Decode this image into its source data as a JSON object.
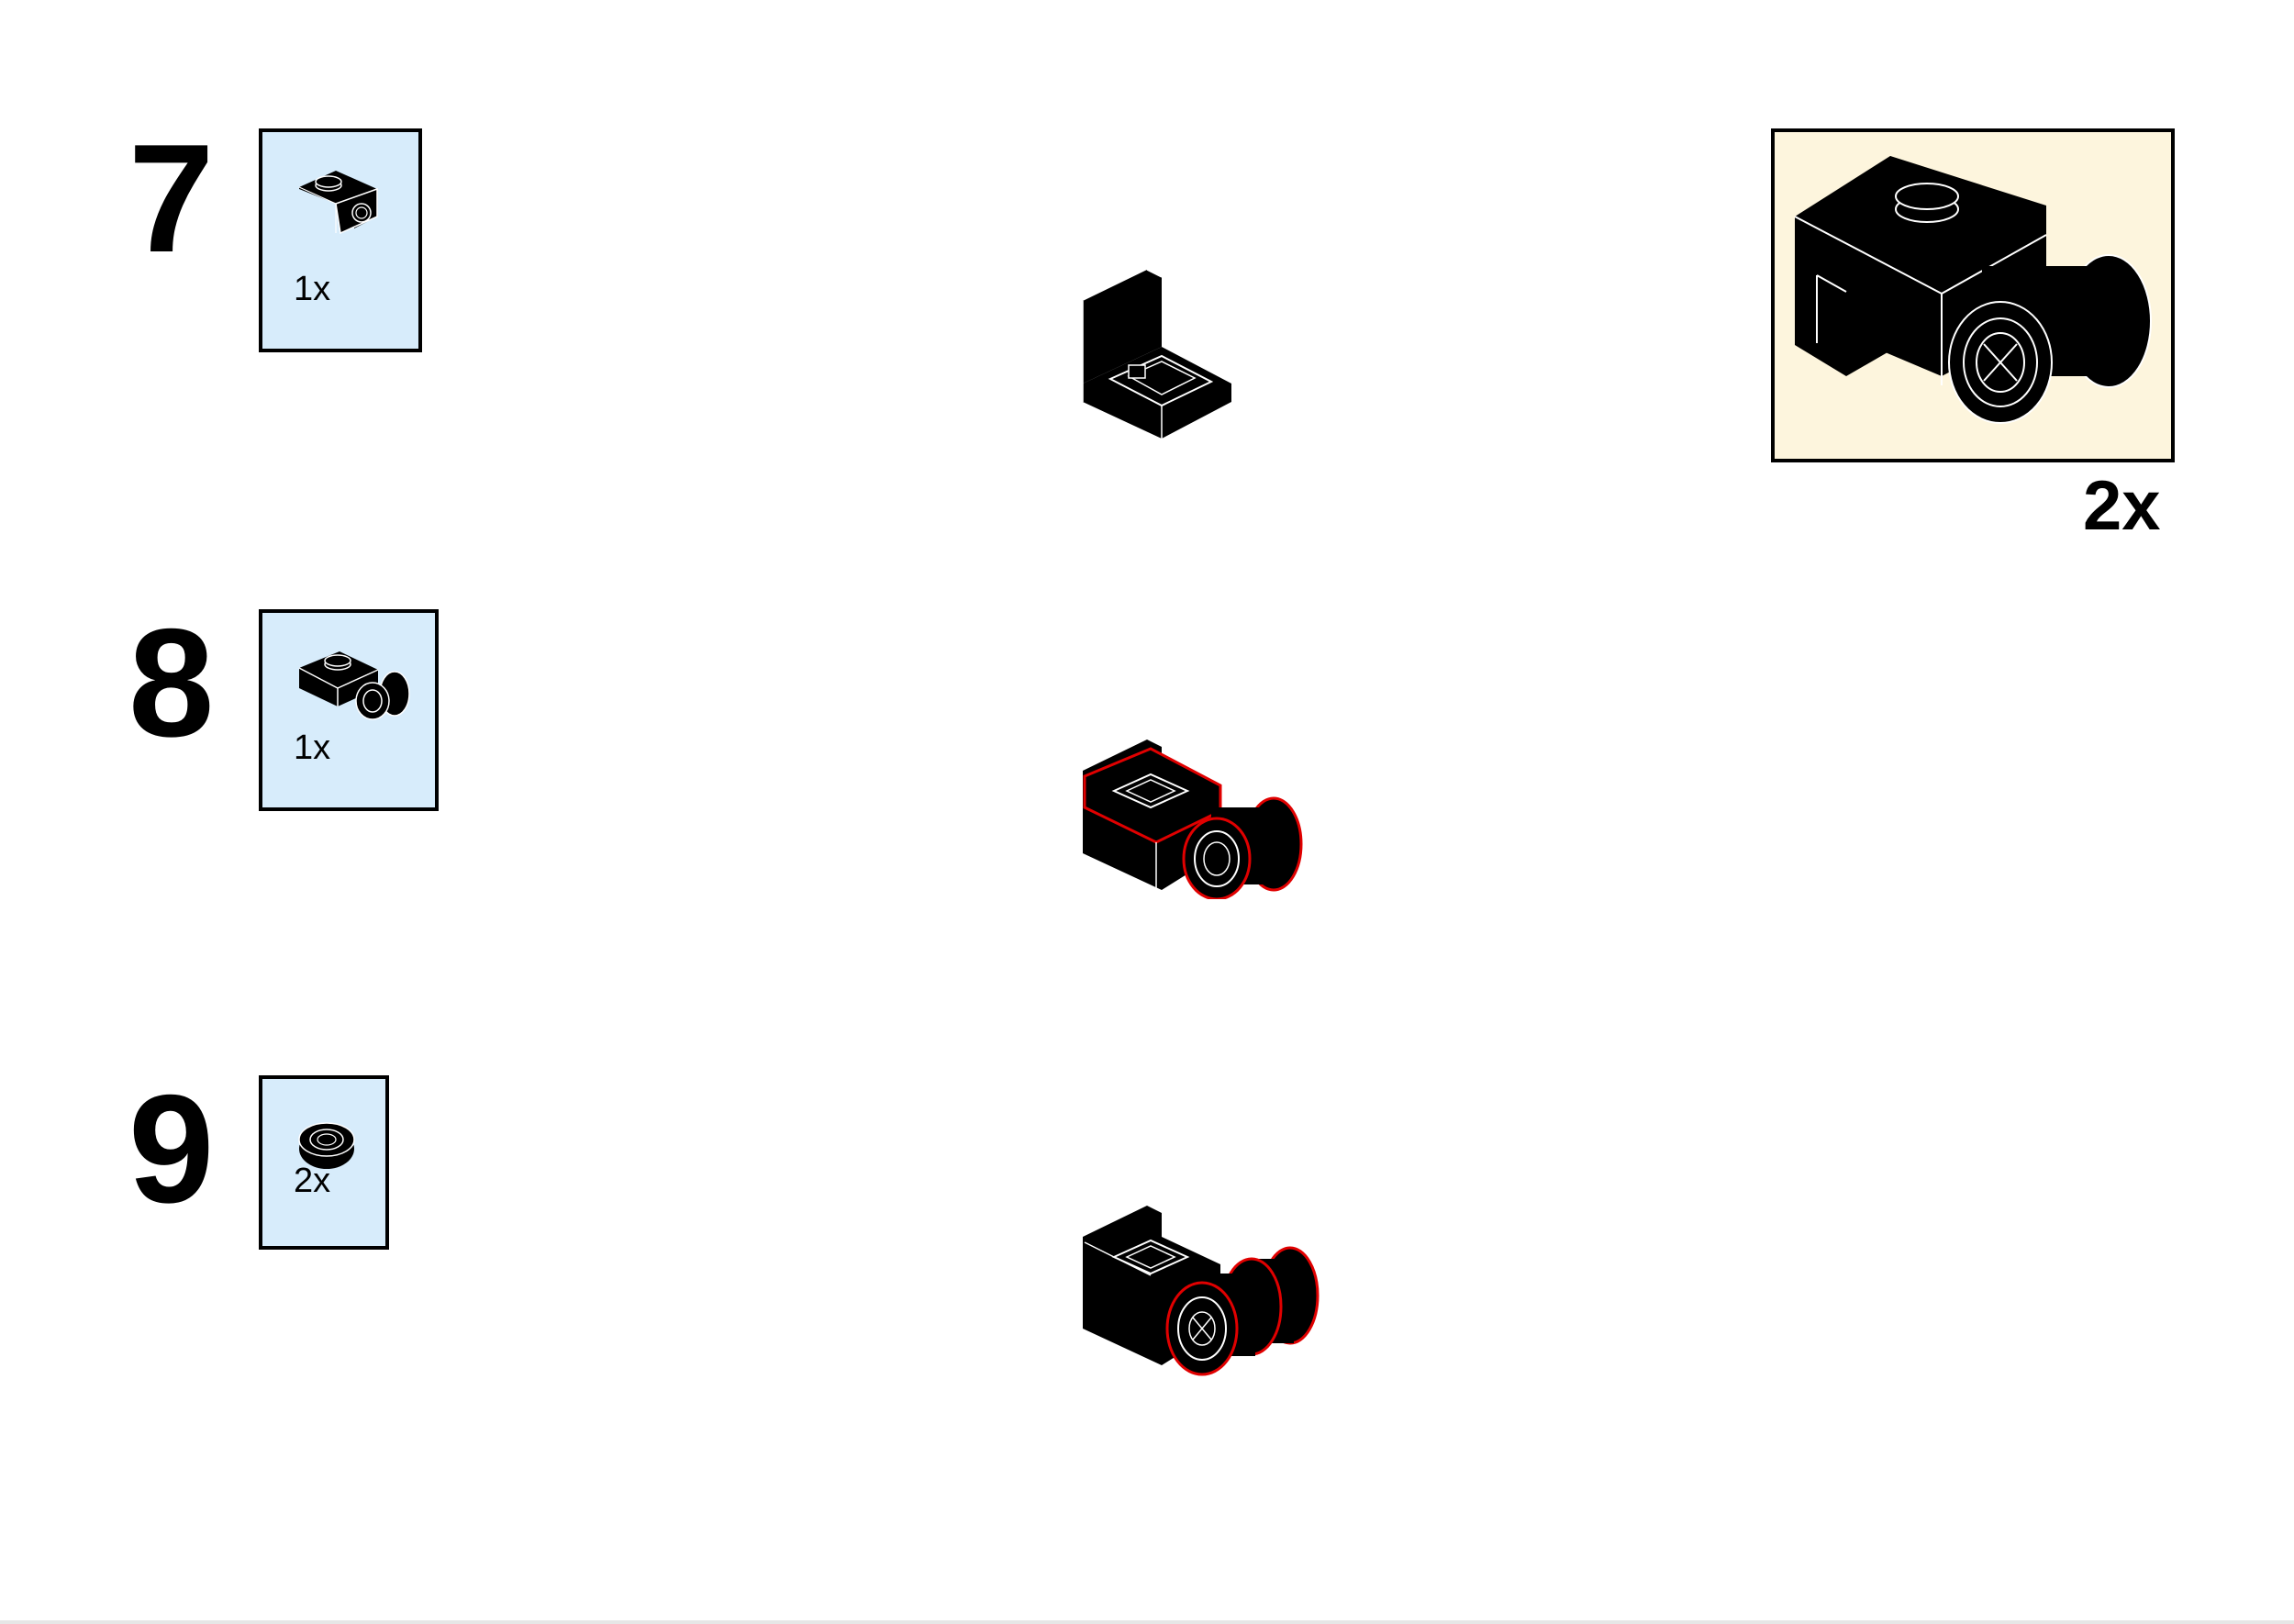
{
  "steps": [
    {
      "number": "7",
      "parts": [
        {
          "name": "bracket-plate-with-pin-hole",
          "quantity": "1x"
        }
      ]
    },
    {
      "number": "8",
      "parts": [
        {
          "name": "plate-with-axle-and-wheel",
          "quantity": "1x"
        }
      ]
    },
    {
      "number": "9",
      "parts": [
        {
          "name": "round-wheel-rim",
          "quantity": "2x"
        }
      ]
    }
  ],
  "callout": {
    "multiplier": "2x"
  },
  "colors": {
    "pli_background": "#d7ecfb",
    "callout_background": "#fdf5dd",
    "part_color": "#000000",
    "highlight": "#e00000"
  }
}
